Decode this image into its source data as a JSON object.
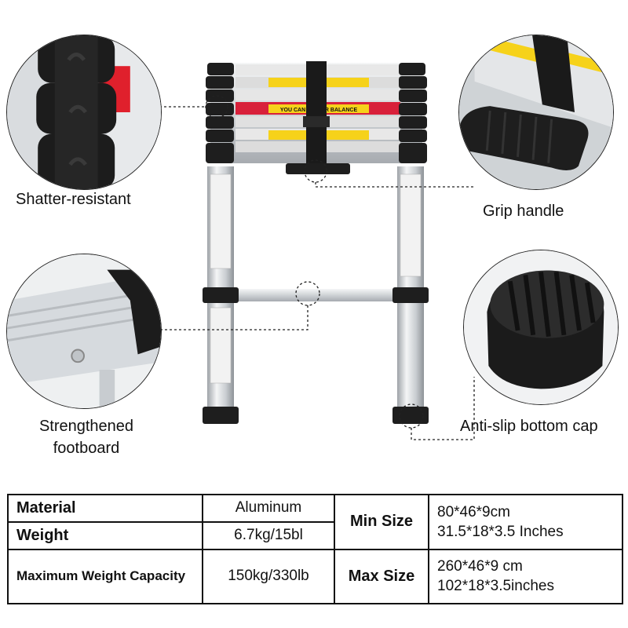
{
  "features": {
    "top_left": "Shatter-resistant",
    "top_right": "Grip handle",
    "bottom_left_line1": "Strengthened",
    "bottom_left_line2": "footboard",
    "bottom_right": "Anti-slip bottom cap"
  },
  "ladder_stickers": {
    "banner": "YOU CAN ... YOUR BALANCE"
  },
  "specs": {
    "rows": [
      {
        "label": "Material",
        "value": "Aluminum"
      },
      {
        "label": "Weight",
        "value": "6.7kg/15bl"
      },
      {
        "label": "Maximum Weight Capacity",
        "value": "150kg/330lb"
      }
    ],
    "sizes": [
      {
        "label": "Min Size",
        "line1": "80*46*9cm",
        "line2": "31.5*18*3.5 Inches"
      },
      {
        "label": "Max Size",
        "line1": "260*46*9 cm",
        "line2": "102*18*3.5inches"
      }
    ]
  },
  "colors": {
    "rubber": "#1e1e1e",
    "aluminum": "#d9dcdf",
    "warning_red": "#e0202c",
    "warning_yellow": "#f6d21a"
  }
}
